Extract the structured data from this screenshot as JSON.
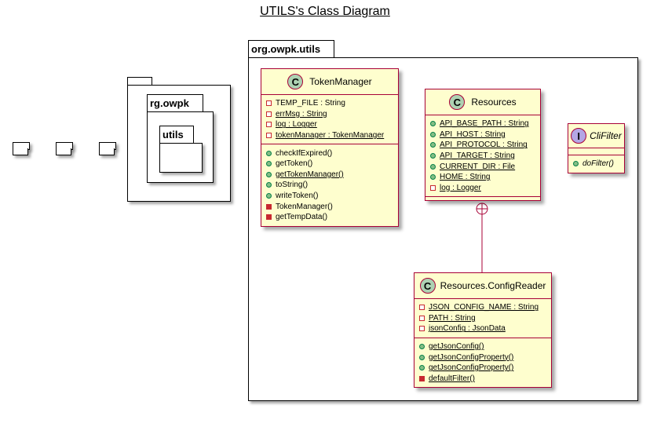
{
  "title": "UTILS's Class Diagram",
  "packages": {
    "outer": {
      "label": "org.owpk.utils"
    },
    "nested_outer": {
      "label": "rg.owpk"
    },
    "nested_inner": {
      "label": "utils"
    }
  },
  "classes": {
    "token_manager": {
      "name": "TokenManager",
      "stereotype": "C",
      "fields": [
        {
          "vis": "private",
          "text": "TEMP_FILE : String",
          "static": false
        },
        {
          "vis": "private",
          "text": "errMsg : String",
          "static": true
        },
        {
          "vis": "private",
          "text": "log : Logger",
          "static": true
        },
        {
          "vis": "private",
          "text": "tokenManager : TokenManager",
          "static": true
        }
      ],
      "methods": [
        {
          "vis": "public",
          "text": "checkIfExpired()",
          "static": false
        },
        {
          "vis": "public",
          "text": "getToken()",
          "static": false
        },
        {
          "vis": "public",
          "text": "getTokenManager()",
          "static": true
        },
        {
          "vis": "public",
          "text": "toString()",
          "static": false
        },
        {
          "vis": "public",
          "text": "writeToken()",
          "static": false
        },
        {
          "vis": "private-method",
          "text": "TokenManager()",
          "static": false
        },
        {
          "vis": "private-method",
          "text": "getTempData()",
          "static": false
        }
      ]
    },
    "resources": {
      "name": "Resources",
      "stereotype": "C",
      "fields": [
        {
          "vis": "public",
          "text": "API_BASE_PATH : String",
          "static": true
        },
        {
          "vis": "public",
          "text": "API_HOST : String",
          "static": true
        },
        {
          "vis": "public",
          "text": "API_PROTOCOL : String",
          "static": true
        },
        {
          "vis": "public",
          "text": "API_TARGET : String",
          "static": true
        },
        {
          "vis": "public",
          "text": "CURRENT_DIR : File",
          "static": true
        },
        {
          "vis": "public",
          "text": "HOME : String",
          "static": true
        },
        {
          "vis": "private",
          "text": "log : Logger",
          "static": true
        }
      ],
      "methods": []
    },
    "cli_filter": {
      "name": "CliFilter",
      "stereotype": "I",
      "fields": [],
      "methods": [
        {
          "vis": "public",
          "text": "doFilter()",
          "static": false,
          "abstract": true
        }
      ]
    },
    "config_reader": {
      "name": "Resources.ConfigReader",
      "stereotype": "C",
      "fields": [
        {
          "vis": "private",
          "text": "JSON_CONFIG_NAME : String",
          "static": true
        },
        {
          "vis": "private",
          "text": "PATH : String",
          "static": true
        },
        {
          "vis": "private",
          "text": "jsonConfig : JsonData",
          "static": true
        }
      ],
      "methods": [
        {
          "vis": "public",
          "text": "getJsonConfig()",
          "static": true
        },
        {
          "vis": "public",
          "text": "getJsonConfigProperty()",
          "static": true
        },
        {
          "vis": "public",
          "text": "getJsonConfigProperty()",
          "static": true
        },
        {
          "vis": "private-method",
          "text": "defaultFilter()",
          "static": true
        }
      ]
    }
  }
}
